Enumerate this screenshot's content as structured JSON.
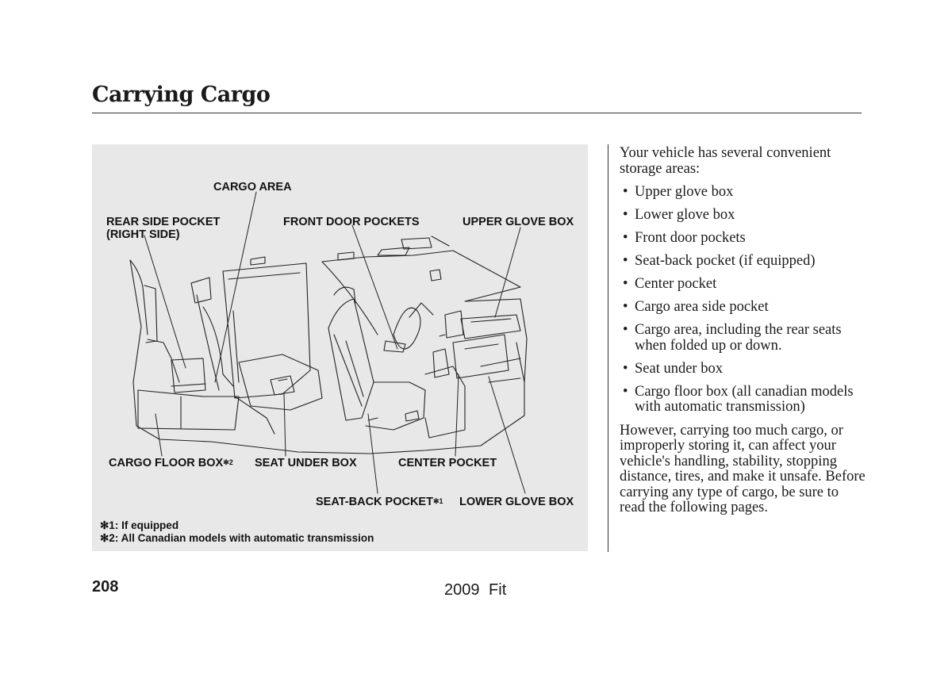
{
  "title": "Carrying Cargo",
  "figure": {
    "labels": {
      "cargo_area": "CARGO AREA",
      "rear_side_pocket_1": "REAR SIDE POCKET",
      "rear_side_pocket_2": "(RIGHT SIDE)",
      "front_door_pockets": "FRONT DOOR POCKETS",
      "upper_glove_box": "UPPER GLOVE BOX",
      "cargo_floor_box": "CARGO FLOOR BOX",
      "cargo_floor_box_ref": "✻2",
      "seat_under_box": "SEAT UNDER BOX",
      "center_pocket": "CENTER POCKET",
      "seat_back_pocket": "SEAT-BACK POCKET",
      "seat_back_pocket_ref": "✻1",
      "lower_glove_box": "LOWER GLOVE BOX"
    },
    "footnotes": [
      "✻1: If equipped",
      "✻2: All Canadian models with automatic transmission"
    ]
  },
  "body": {
    "intro": "Your vehicle has several convenient storage areas:",
    "bullet_char": "•",
    "items": [
      "Upper glove box",
      "Lower glove box",
      "Front door pockets",
      "Seat-back pocket (if equipped)",
      "Center pocket",
      "Cargo area side pocket",
      "Cargo area, including the rear seats when folded up or down.",
      "Seat under box",
      "Cargo floor box (all canadian models with automatic transmission)"
    ],
    "closing": "However, carrying too much cargo, or improperly storing it, can affect your vehicle's handling, stability, stopping distance, tires, and make it unsafe. Before carrying any type of cargo, be sure to read the following pages."
  },
  "footer": {
    "page_number": "208",
    "model": "2009 Fit"
  }
}
